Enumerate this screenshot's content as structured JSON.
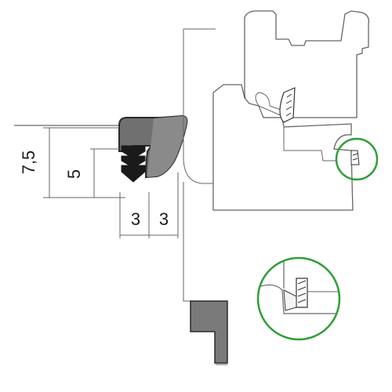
{
  "dimensions": {
    "height_outer": "7,5",
    "height_inner": "5",
    "width_left": "3",
    "width_right": "3"
  },
  "colors": {
    "line": "#555555",
    "profile_fill": "#707070",
    "profile_stroke": "#2a2a2a",
    "seal_dark": "#1a1a1a",
    "frame_fill": "#ffffff",
    "detail_ring": "#2e9e3a"
  },
  "icons": [
    "seal-profile-icon",
    "gasket-detail-icon"
  ]
}
